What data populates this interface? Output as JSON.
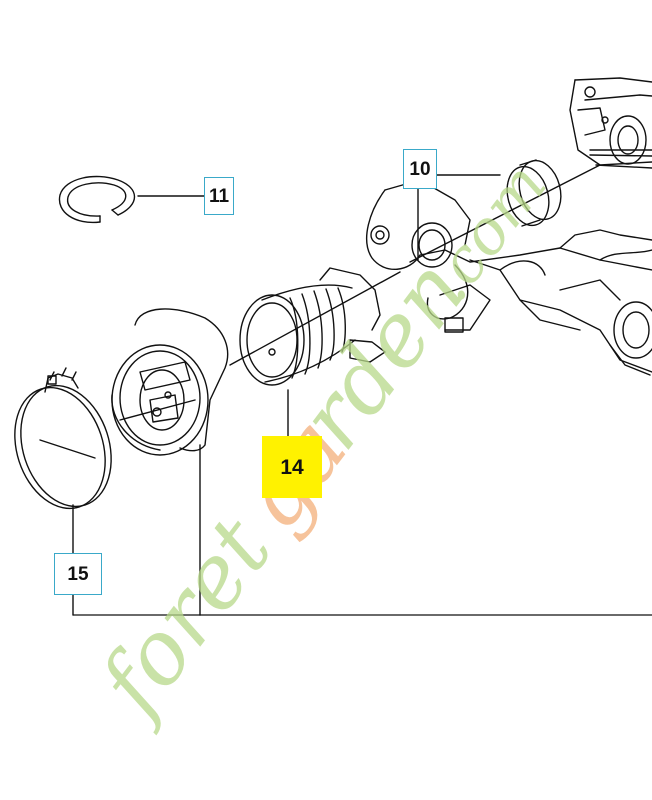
{
  "callouts": [
    {
      "id": "10",
      "label": "10"
    },
    {
      "id": "11",
      "label": "11"
    },
    {
      "id": "14",
      "label": "14",
      "highlighted": true
    },
    {
      "id": "15",
      "label": "15"
    }
  ],
  "watermark": {
    "text": "foretgarden.com"
  },
  "colors": {
    "line": "#111111",
    "callout_border": "#3aa9c9",
    "highlight": "#fff200",
    "watermark_green": "#b8d98a",
    "watermark_orange": "#f3b07a"
  }
}
